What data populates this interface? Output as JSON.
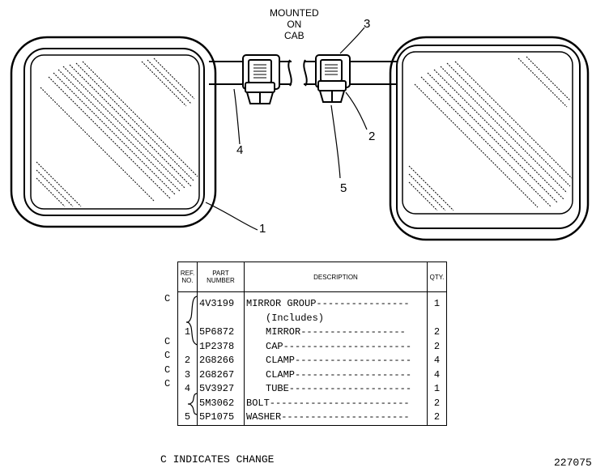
{
  "diagram": {
    "mount_label": [
      "MOUNTED",
      "ON",
      "CAB"
    ],
    "callouts": [
      "1",
      "2",
      "3",
      "4",
      "5"
    ]
  },
  "table": {
    "headers": {
      "ref": "REF. NO.",
      "part": "PART NUMBER",
      "desc": "DESCRIPTION",
      "qty": "QTY."
    },
    "rows": [
      {
        "change": "C",
        "ref": "",
        "part": "4V3199",
        "desc": "MIRROR GROUP----------------",
        "qty": "1"
      },
      {
        "change": "",
        "ref": "",
        "part": "",
        "desc": "(Includes)",
        "qty": ""
      },
      {
        "change": "",
        "ref": "1",
        "part": "5P6872",
        "desc": "MIRROR------------------",
        "qty": "2"
      },
      {
        "change": "C",
        "ref": "",
        "part": "1P2378",
        "desc": "CAP----------------------",
        "qty": "2"
      },
      {
        "change": "C",
        "ref": "2",
        "part": "2G8266",
        "desc": "CLAMP--------------------",
        "qty": "4"
      },
      {
        "change": "C",
        "ref": "3",
        "part": "2G8267",
        "desc": "CLAMP--------------------",
        "qty": "4"
      },
      {
        "change": "C",
        "ref": "4",
        "part": "5V3927",
        "desc": "TUBE---------------------",
        "qty": "1"
      },
      {
        "change": "",
        "ref": "",
        "part": "5M3062",
        "desc": "BOLT------------------------",
        "qty": "2"
      },
      {
        "change": "",
        "ref": "5",
        "part": "5P1075",
        "desc": "WASHER----------------------",
        "qty": "2"
      }
    ]
  },
  "footer": "C INDICATES CHANGE",
  "figure_number": "227075"
}
